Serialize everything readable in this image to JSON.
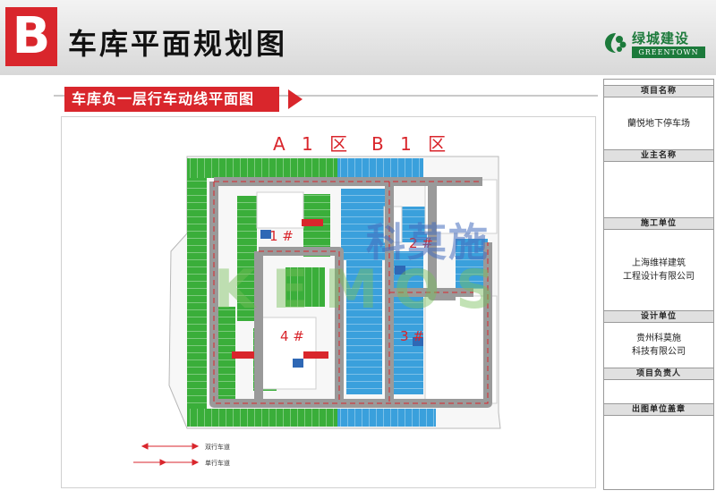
{
  "header": {
    "badge": "B",
    "title": "车库平面规划图",
    "logo_cn": "绿城建设",
    "logo_en": "GREENTOWN"
  },
  "section": {
    "ribbon": "车库负一层行车动线平面图"
  },
  "plan": {
    "zone_a": "A 1 区",
    "zone_b": "B 1 区",
    "buildings": [
      "1 #",
      "2 #",
      "3 #",
      "4 #"
    ],
    "watermark_cn": "科莫施",
    "watermark_en": "KEMOS"
  },
  "legend": {
    "two_way": "双行车道",
    "one_way": "单行车道"
  },
  "info_panel": {
    "project_name_label": "项目名称",
    "project_name": "蘭悦地下停车场",
    "owner_label": "业主名称",
    "owner": "",
    "construction_label": "施工单位",
    "construction": "上海维祥建筑\n工程设计有限公司",
    "design_label": "设计单位",
    "design": "贵州科莫施\n科技有限公司",
    "manager_label": "项目负责人",
    "manager": "",
    "seal_label": "出图单位盖章",
    "seal": ""
  },
  "colors": {
    "brand_red": "#d9262c",
    "parking_green": "#3aae3a",
    "parking_blue": "#3aa0dc",
    "lane_gray": "#9a9a9a",
    "greentown_green": "#1c7a3b"
  }
}
